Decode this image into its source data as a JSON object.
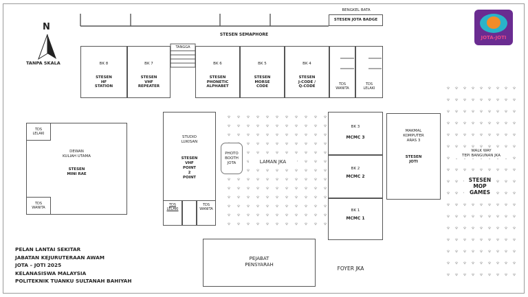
{
  "north": {
    "letter": "N",
    "scale": "TANPA SKALA"
  },
  "semaphore": "STESEN SEMAPHORE",
  "bengkel": {
    "title": "BENGKEL BATA",
    "station": "STESEN JOTA BADGE"
  },
  "tangga": "TANGGA",
  "top_rooms": [
    {
      "code": "BK 8",
      "name": "STESEN\nHF\nSTATION"
    },
    {
      "code": "BK 7",
      "name": "STESEN\nVHF\nREPEATER"
    },
    {
      "code": "BK 6",
      "name": "STESEN\nPHONETIC\nALPHABET"
    },
    {
      "code": "BK 5",
      "name": "STESEN\nMORSE\nCODE"
    },
    {
      "code": "BK 4",
      "name": "STESEN\nJ-CODE /\nQ-CODE"
    }
  ],
  "tds_wanita_top": "TDS\nWANITA",
  "tds_lelaki_top": "TDS\nLELAKI",
  "dewan": {
    "tds_lelaki": "TDS\nLELAKI",
    "title": "DEWAN\nKULIAH UTAMA",
    "station": "STESEN\nMINI RAE",
    "tds_wanita": "TDS\nWANITA"
  },
  "studio": {
    "title": "STUDIO\nLUKISAN",
    "station": "STESEN\nVHF\nPOINT\n2\nPOINT",
    "tds_lelaki": "TDS\nLELAKI",
    "tds_wanita": "TDS\nWANITA"
  },
  "photo_booth": "PHOTO\nBOOTH\nJOTA",
  "laman": "LAMAN JKA",
  "mcmc": [
    {
      "code": "BK 3",
      "name": "MCMC 3"
    },
    {
      "code": "BK 2",
      "name": "MCMC 2"
    },
    {
      "code": "BK 1",
      "name": "MCMC 1"
    }
  ],
  "makmal": {
    "title": "MAKMAL\nKOMPUTER\nARAS 3",
    "station": "STESEN\nJOTI"
  },
  "walkway": "WALK WAY\nTEPI BANGUNAN JKA",
  "mop": "STESEN\nMOP\nGAMES",
  "pejabat": "PEJABAT\nPENSYARAH",
  "foyer": "FOYER JKA",
  "legend": "PELAN LANTAI SEKITAR\nJABATAN KEJURUTERAAN AWAM\nJOTA – JOTI 2025\nKELANASISWA MALAYSIA\nPOLITEKNIK TUANKU SULTANAH BAHIYAH",
  "logo": {
    "text": "JOTA-JOTI",
    "colors": [
      "#6a2c91",
      "#f28c28",
      "#2ab3c9",
      "#e84a8a"
    ]
  }
}
